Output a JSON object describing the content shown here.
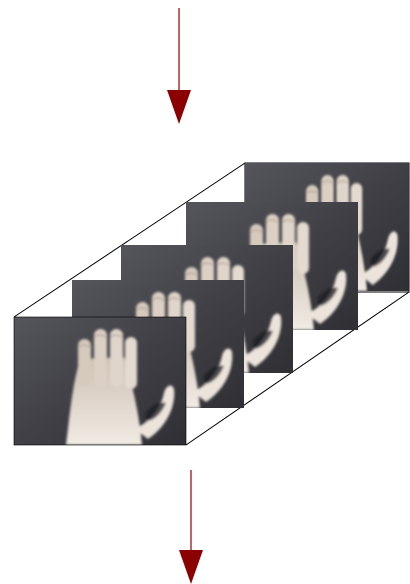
{
  "diagram": {
    "arrow_color": "#8b0000",
    "frame_count": 5,
    "frames": [
      {
        "content": "hand-frame-1"
      },
      {
        "content": "hand-frame-2"
      },
      {
        "content": "hand-frame-3"
      },
      {
        "content": "hand-frame-4"
      },
      {
        "content": "hand-frame-5"
      }
    ],
    "colors": {
      "frame_background": "#3e3e43",
      "skin": "#e3d8cc",
      "box_edge": "#000000"
    }
  }
}
